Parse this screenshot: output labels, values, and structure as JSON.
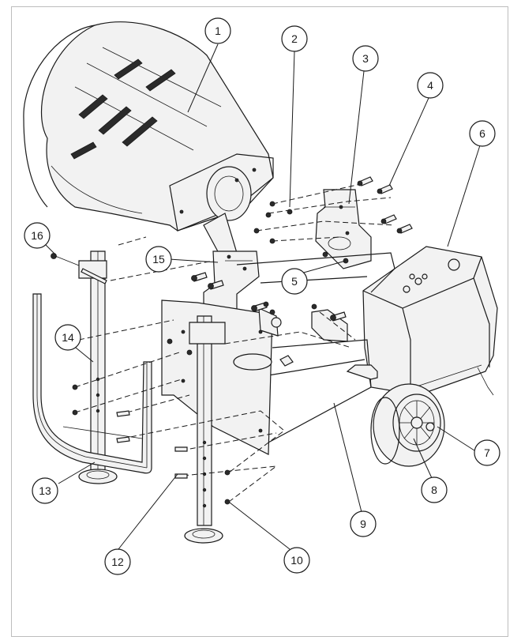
{
  "callouts": [
    {
      "id": "callout-1",
      "label": "1"
    },
    {
      "id": "callout-2",
      "label": "2"
    },
    {
      "id": "callout-3",
      "label": "3"
    },
    {
      "id": "callout-4",
      "label": "4"
    },
    {
      "id": "callout-5",
      "label": "5"
    },
    {
      "id": "callout-6",
      "label": "6"
    },
    {
      "id": "callout-7",
      "label": "7"
    },
    {
      "id": "callout-8",
      "label": "8"
    },
    {
      "id": "callout-9",
      "label": "9"
    },
    {
      "id": "callout-10",
      "label": "10"
    },
    {
      "id": "callout-12",
      "label": "12"
    },
    {
      "id": "callout-13",
      "label": "13"
    },
    {
      "id": "callout-14",
      "label": "14"
    },
    {
      "id": "callout-15",
      "label": "15"
    },
    {
      "id": "callout-16",
      "label": "16"
    }
  ]
}
